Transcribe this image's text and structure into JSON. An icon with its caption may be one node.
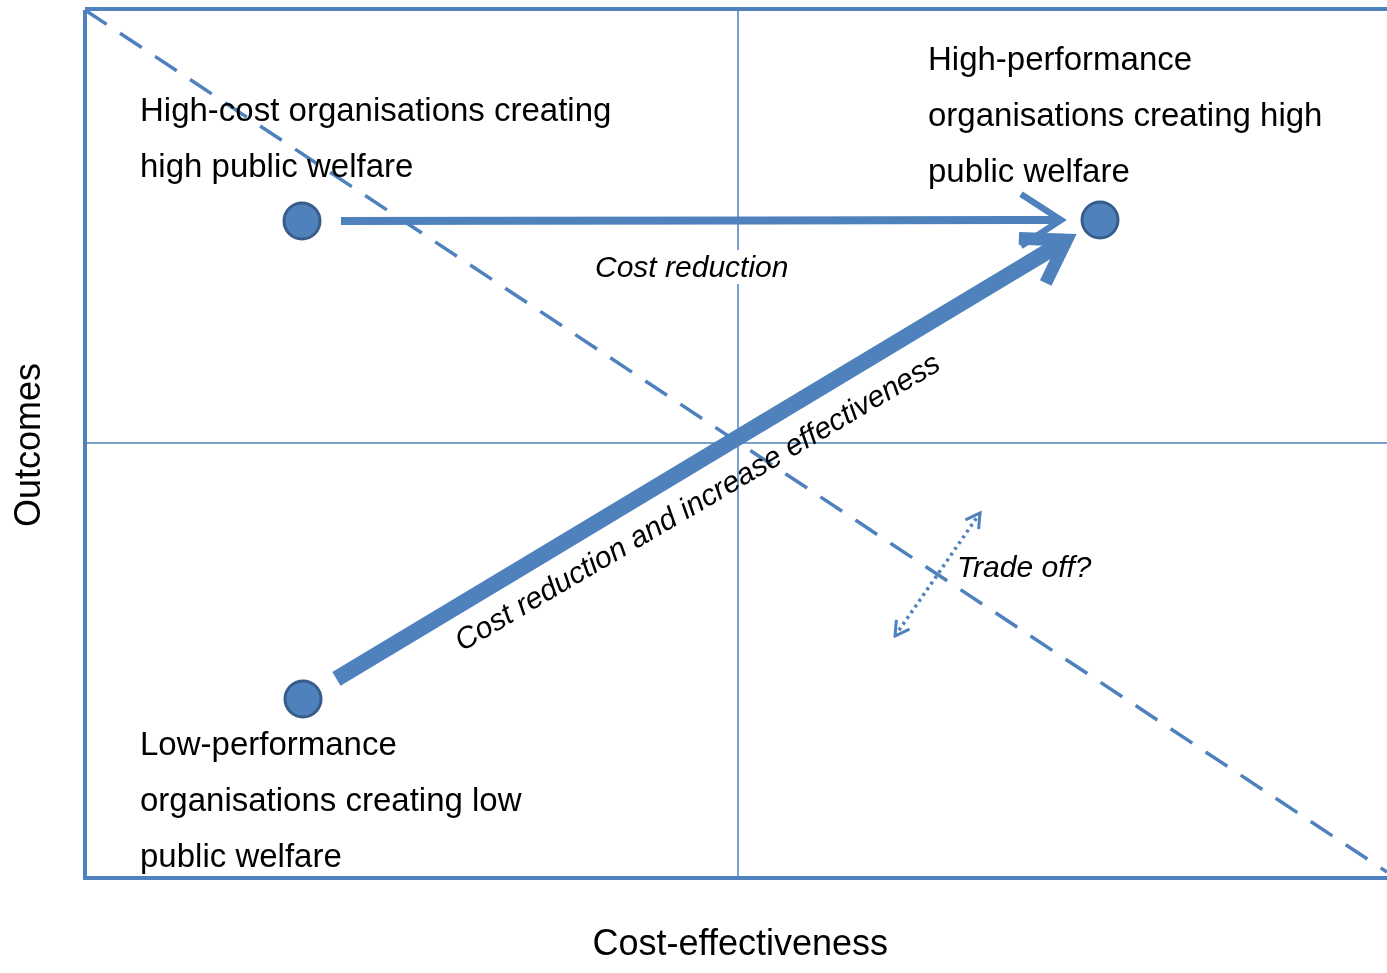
{
  "diagram": {
    "nodes": [
      {
        "text": [
          "High-cost organisations creating high public welfare"
        ]
      },
      {
        "text": [
          "High-performance organisations creating high public welfare"
        ]
      },
      {
        "text": [
          "Low-performance organisations creating low public welfare"
        ]
      }
    ],
    "edges": [
      {
        "from": 0,
        "to": 1,
        "arrow": "to",
        "label": "Cost reduction"
      },
      {
        "from": 2,
        "to": 1,
        "arrow": "to",
        "label": "Cost reduction and increase effectiveness",
        "style": "thick"
      }
    ],
    "labels": [
      "Trade off?",
      "Outcomes",
      "Cost-effectiveness"
    ]
  }
}
